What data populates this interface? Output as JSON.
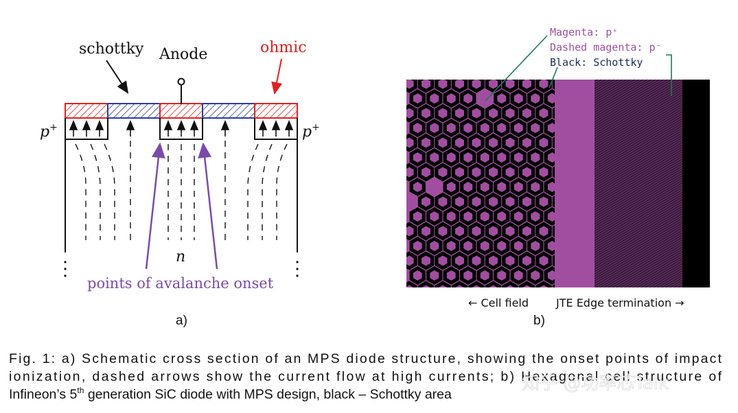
{
  "panel_a": {
    "labels": {
      "schottky": "schottky",
      "anode": "Anode",
      "ohmic": "ohmic",
      "p_left": "p",
      "p_right": "p",
      "p_sup": "+",
      "n": "n",
      "avalanche": "points of avalanche onset",
      "caption": "a)"
    },
    "colors": {
      "ohmic": "#e02020",
      "schottky": "#2a3aa8",
      "avalanche": "#7b4aa8"
    }
  },
  "panel_b": {
    "legend": {
      "magenta": "Magenta: p⁺",
      "dashed": "Dashed magenta: p⁻",
      "black": "Black: Schottky"
    },
    "bottom": {
      "cell_field": "← Cell field",
      "jte": "JTE Edge termination →"
    },
    "caption": "b)",
    "colors": {
      "magenta": "#a14ea1",
      "black": "#000000",
      "leader": "#1a7a5a"
    }
  },
  "figure_caption": {
    "line1": "Fig. 1: a) Schematic cross section of an MPS diode structure, showing the onset points of impact",
    "line2": "ionization, dashed arrows show the current flow at high currents; b) Hexagonal cell structure of",
    "line3_pre": "Infineon’s 5",
    "line3_sup": "th",
    "line3_post": " generation SiC diode with MPS design, black – Schottky area"
  },
  "watermark": "知乎 @功率芯Talk"
}
